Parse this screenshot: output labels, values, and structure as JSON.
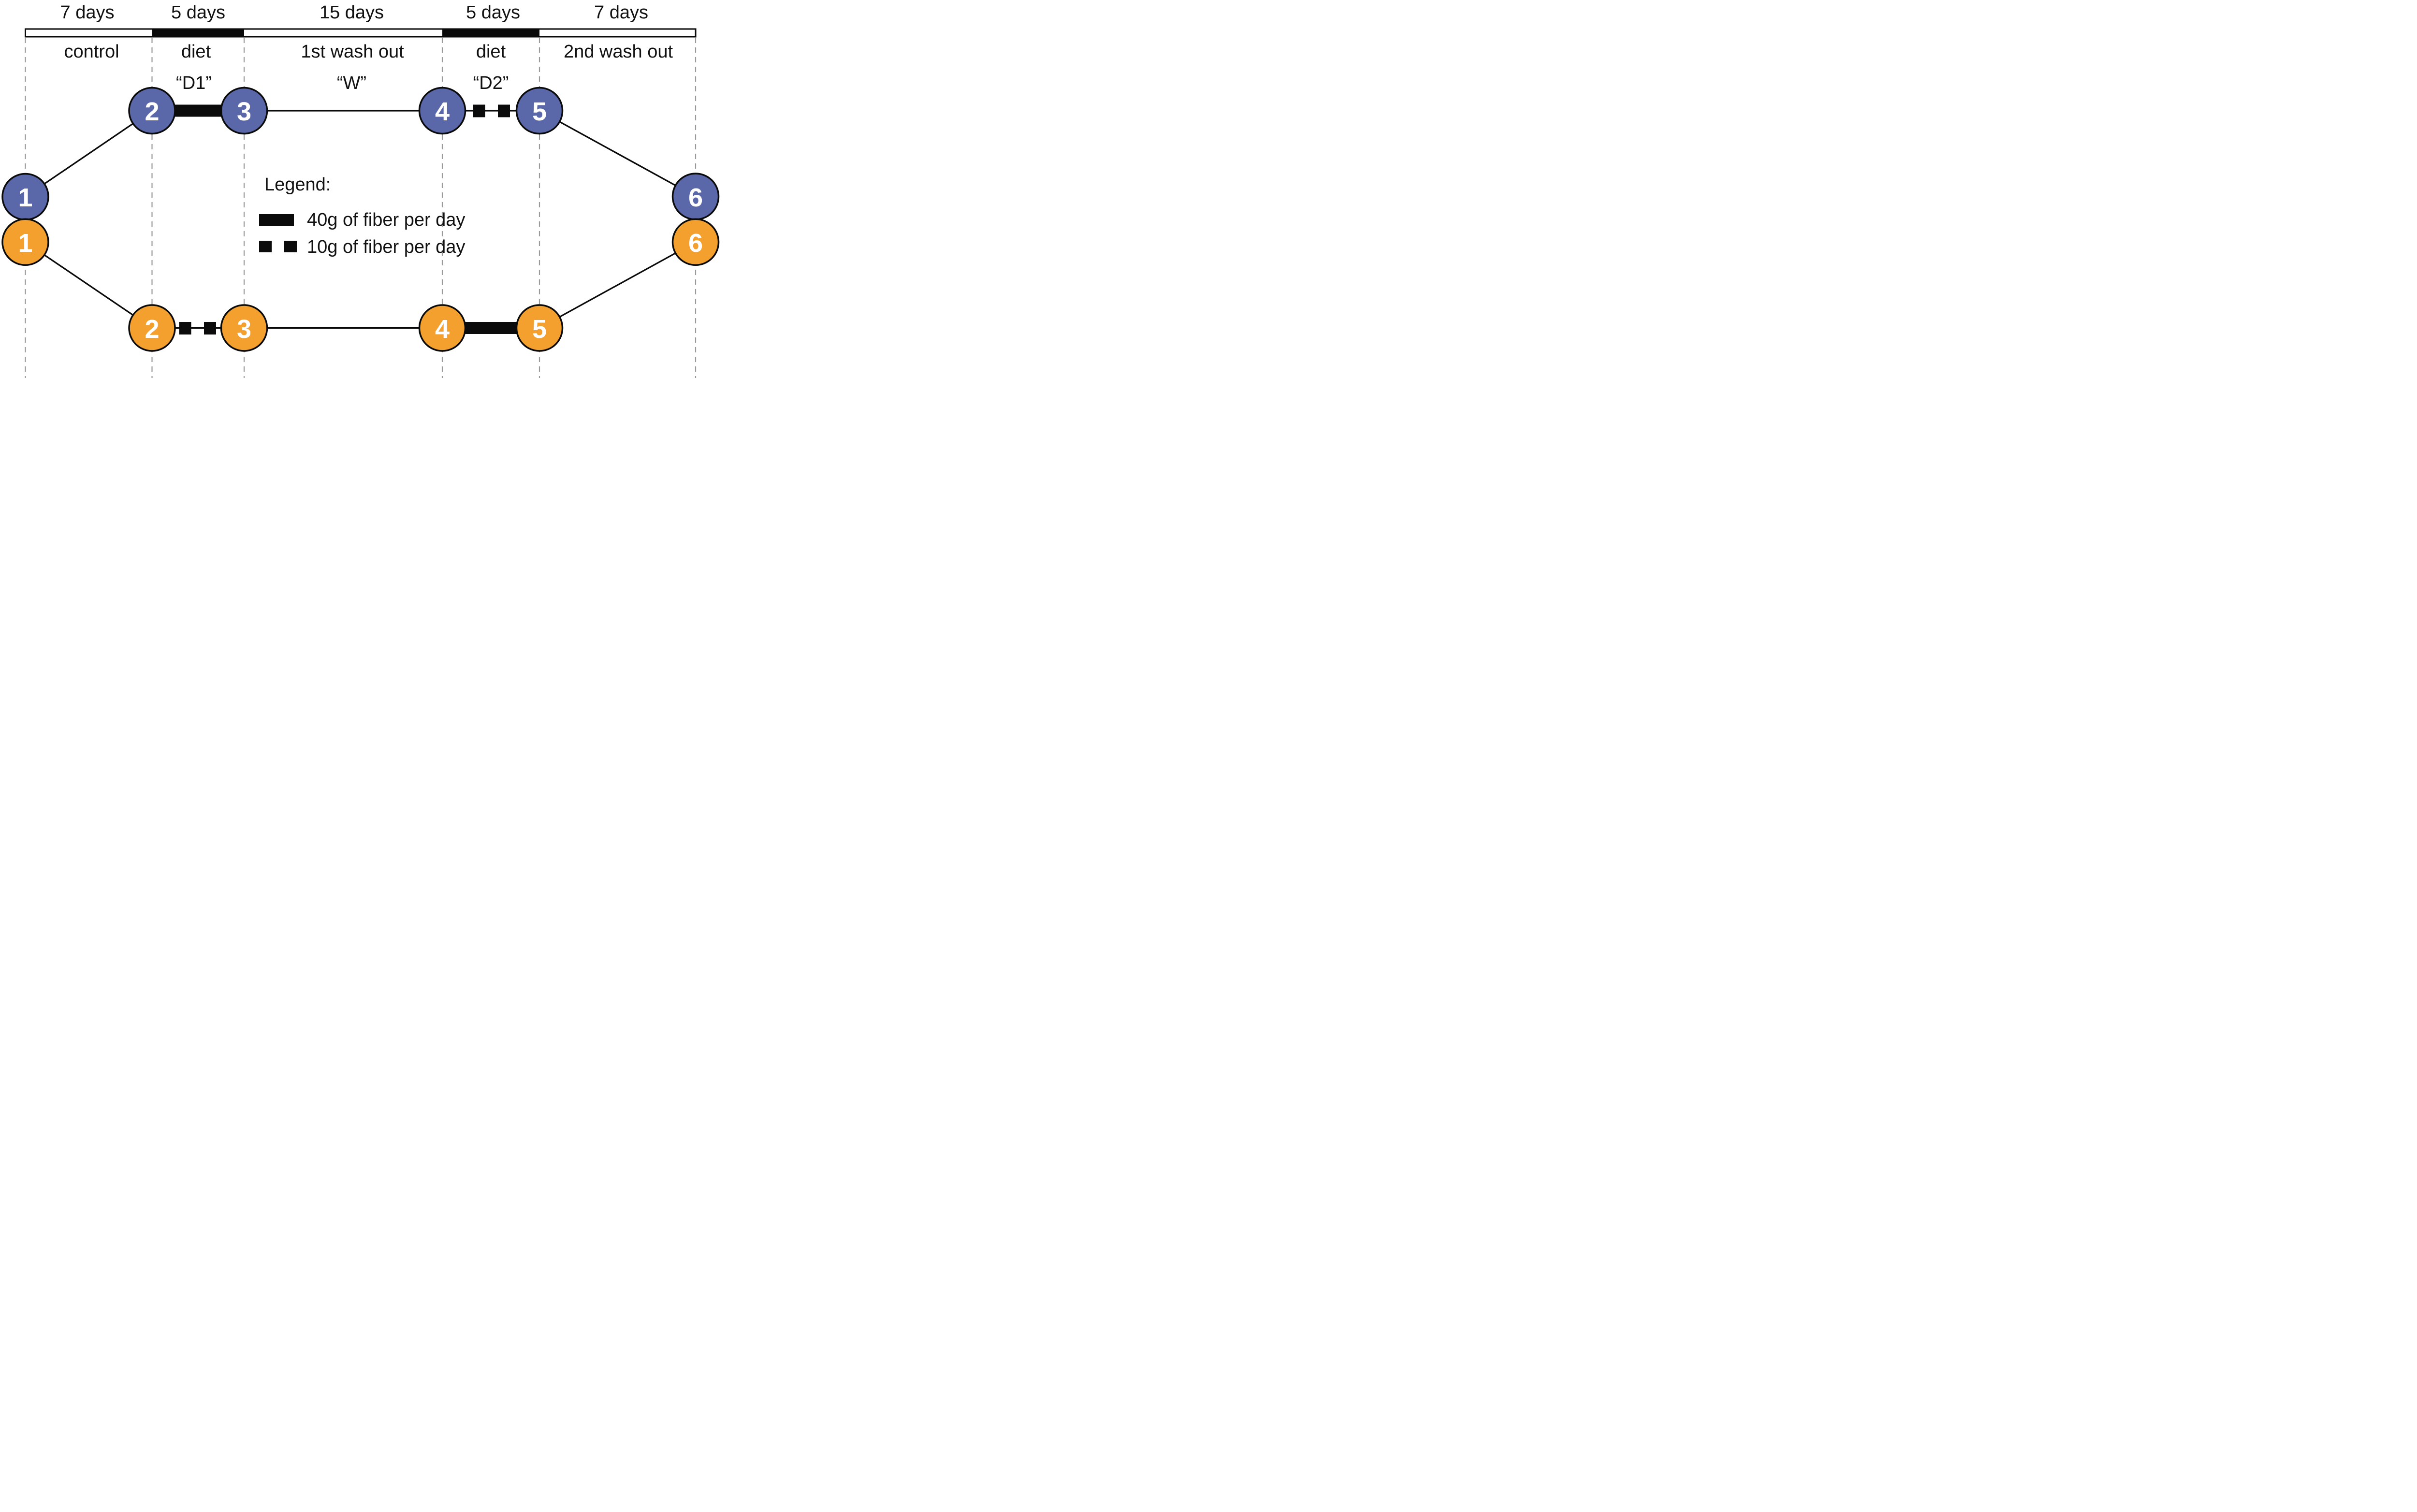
{
  "figure": {
    "title_semantic": "crossover fiber intervention study design",
    "durations": [
      "7 days",
      "5 days",
      "15 days",
      "5 days",
      "7 days"
    ],
    "phases": [
      "control",
      "diet",
      "1st wash out",
      "diet",
      "2nd wash out"
    ],
    "codes": [
      "“D1”",
      "“W”",
      "“D2”"
    ],
    "arms": {
      "blue": {
        "color": "#5a67a8",
        "nodes": [
          "1",
          "2",
          "3",
          "4",
          "5",
          "6"
        ]
      },
      "orange": {
        "color": "#f3a02f",
        "nodes": [
          "1",
          "2",
          "3",
          "4",
          "5",
          "6"
        ]
      }
    },
    "legend": {
      "title": "Legend:",
      "item_40g": "40g of fiber per day",
      "item_10g": "10g of fiber per day"
    },
    "colors": {
      "line_black": "#0b0b0b",
      "dash_gray": "#999999",
      "bar_white": "#ffffff"
    }
  }
}
